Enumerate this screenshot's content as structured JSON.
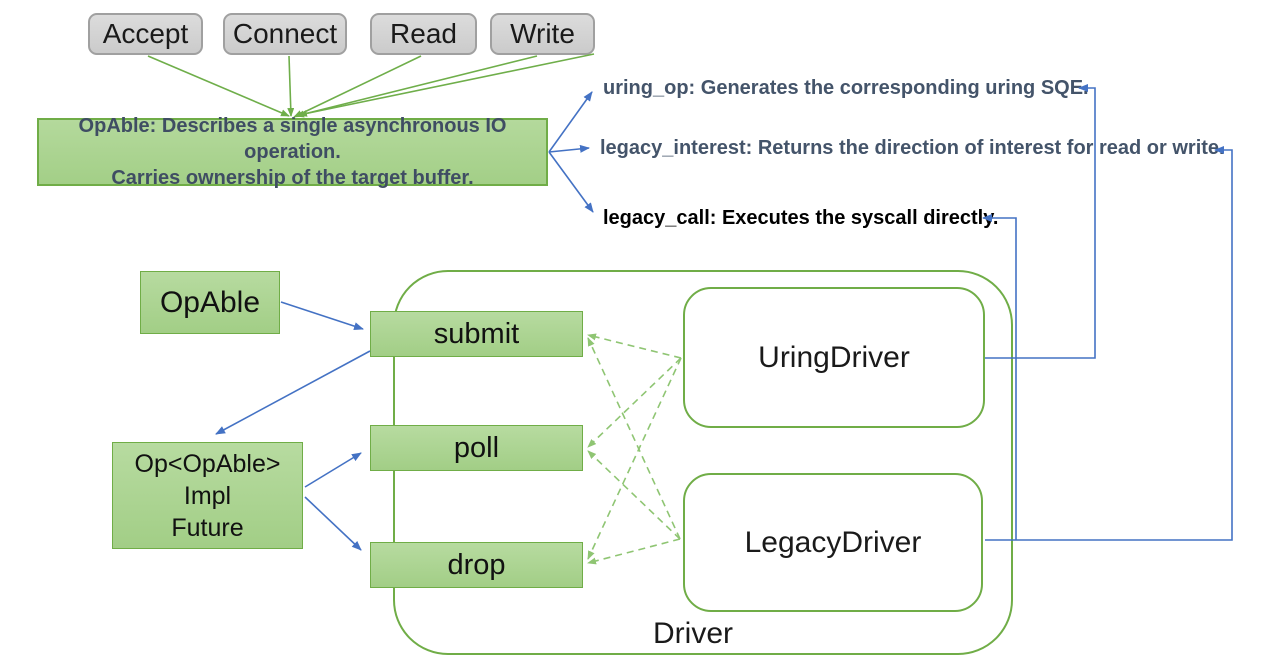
{
  "operations": {
    "items": [
      "Accept",
      "Connect",
      "Read",
      "Write"
    ]
  },
  "note": {
    "line1": "OpAble: Describes a single asynchronous IO operation.",
    "line2": "Carries ownership of the target buffer."
  },
  "annotations": {
    "uring_op": "uring_op: Generates the corresponding uring SQE.",
    "legacy_interest": "legacy_interest: Returns the direction of interest for read or write.",
    "legacy_call": "legacy_call: Executes the syscall directly."
  },
  "flow": {
    "opable": "OpAble",
    "op_impl": {
      "line1": "Op<OpAble>",
      "line2": "Impl",
      "line3": "Future"
    },
    "methods": {
      "submit": "submit",
      "poll": "poll",
      "drop": "drop"
    },
    "drivers": {
      "uring": "UringDriver",
      "legacy": "LegacyDriver"
    },
    "container": "Driver"
  },
  "colors": {
    "green_fill": "#a9d18e",
    "green_border": "#70ad47",
    "connector_green": "#6fae4a",
    "dashed_green": "#8fc573",
    "blue": "#4472c4",
    "note_text": "#3f4d63",
    "annotation_dark": "#44546a",
    "annotation_black": "#000000",
    "gray_fill": "#d3d3d3",
    "gray_border": "#a0a0a0"
  }
}
